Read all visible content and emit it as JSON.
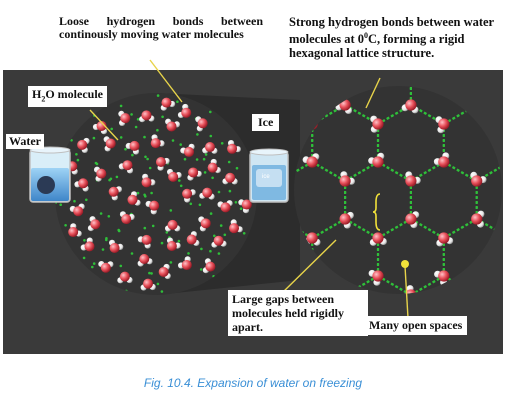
{
  "labels": {
    "loose_bonds": "Loose hydrogen bonds between continously moving water molecules",
    "strong_bonds_a": "Strong hydrogen bonds between water molecules at 0",
    "strong_bonds_sup": "0",
    "strong_bonds_b": "C, forming a rigid hexagonal lattice structure.",
    "h2o_a": "H",
    "h2o_sub": "2",
    "h2o_b": "O molecule",
    "water": "Water",
    "ice": "Ice",
    "ice_beaker": "ice",
    "large_gaps": "Large gaps between molecules held rigidly apart.",
    "open_spaces": "Many open spaces"
  },
  "caption": "Fig. 10.4. Expansion of water on freezing",
  "colors": {
    "background": "#3a3a3a",
    "oxygen": "#e8505a",
    "hydrogen": "#f2f2f2",
    "bond": "#2fbf3a",
    "pointer": "#e8d44a",
    "caption": "#3a8fd6"
  }
}
